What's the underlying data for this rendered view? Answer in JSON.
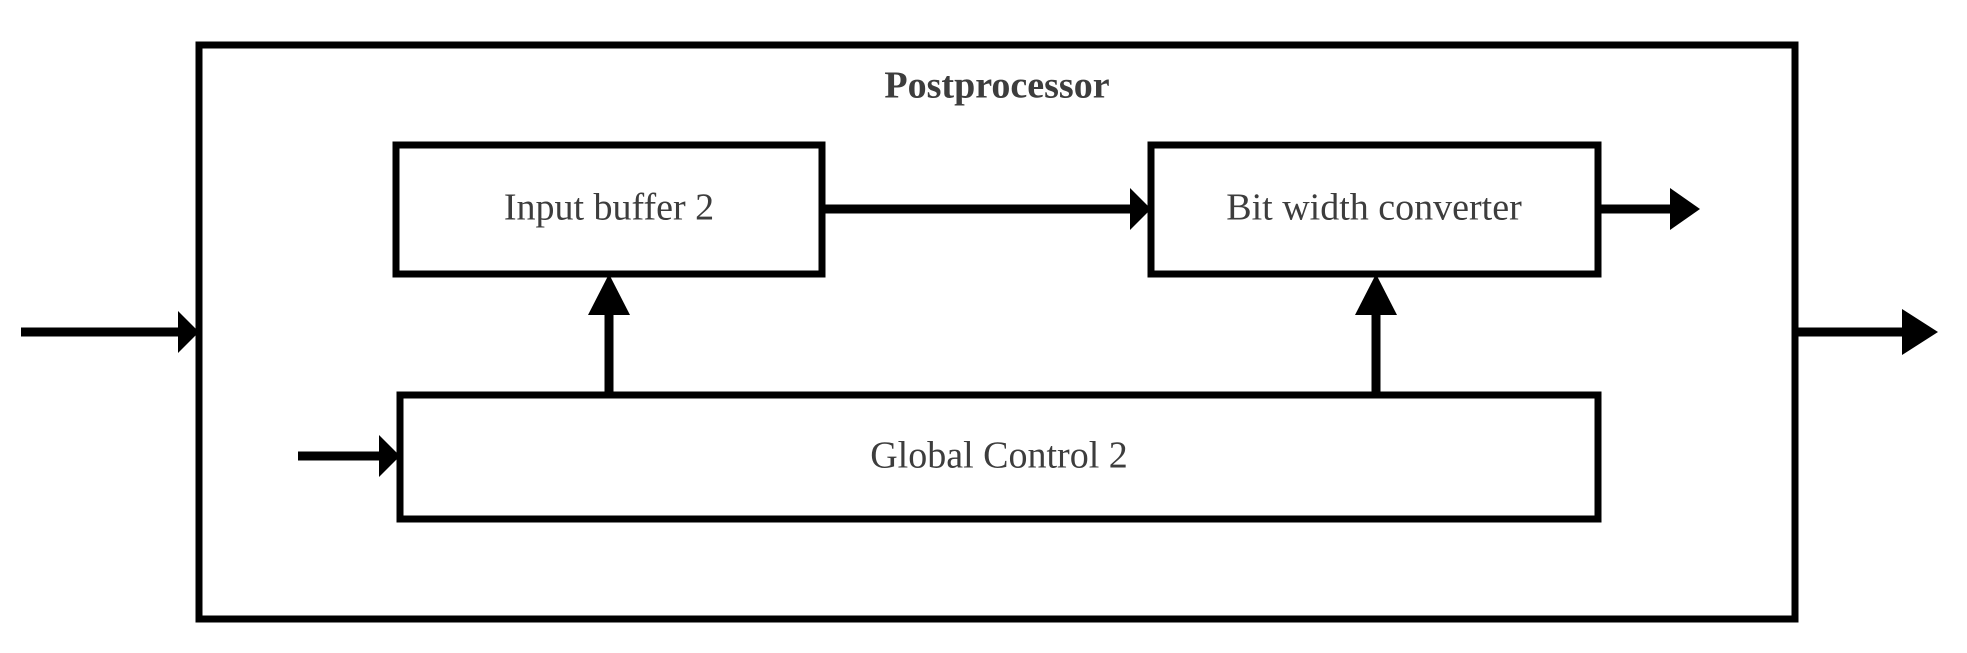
{
  "diagram": {
    "title": "Postprocessor",
    "title_color": "#3d3d3d",
    "line_color": "#000000",
    "background_color": "#ffffff",
    "boxes": [
      {
        "id": "input-buffer-2",
        "label": "Input buffer 2"
      },
      {
        "id": "bit-width-converter",
        "label": "Bit width converter"
      },
      {
        "id": "global-control-2",
        "label": "Global Control 2"
      }
    ],
    "connections": [
      {
        "id": "external-input-arrow",
        "label": ""
      },
      {
        "id": "input-buffer-to-converter-arrow",
        "label": ""
      },
      {
        "id": "converter-output-arrow",
        "label": ""
      },
      {
        "id": "external-output-arrow",
        "label": ""
      },
      {
        "id": "global-control-input-arrow",
        "label": ""
      },
      {
        "id": "control-to-input-buffer-arrow",
        "label": ""
      },
      {
        "id": "control-to-converter-arrow",
        "label": ""
      }
    ]
  }
}
